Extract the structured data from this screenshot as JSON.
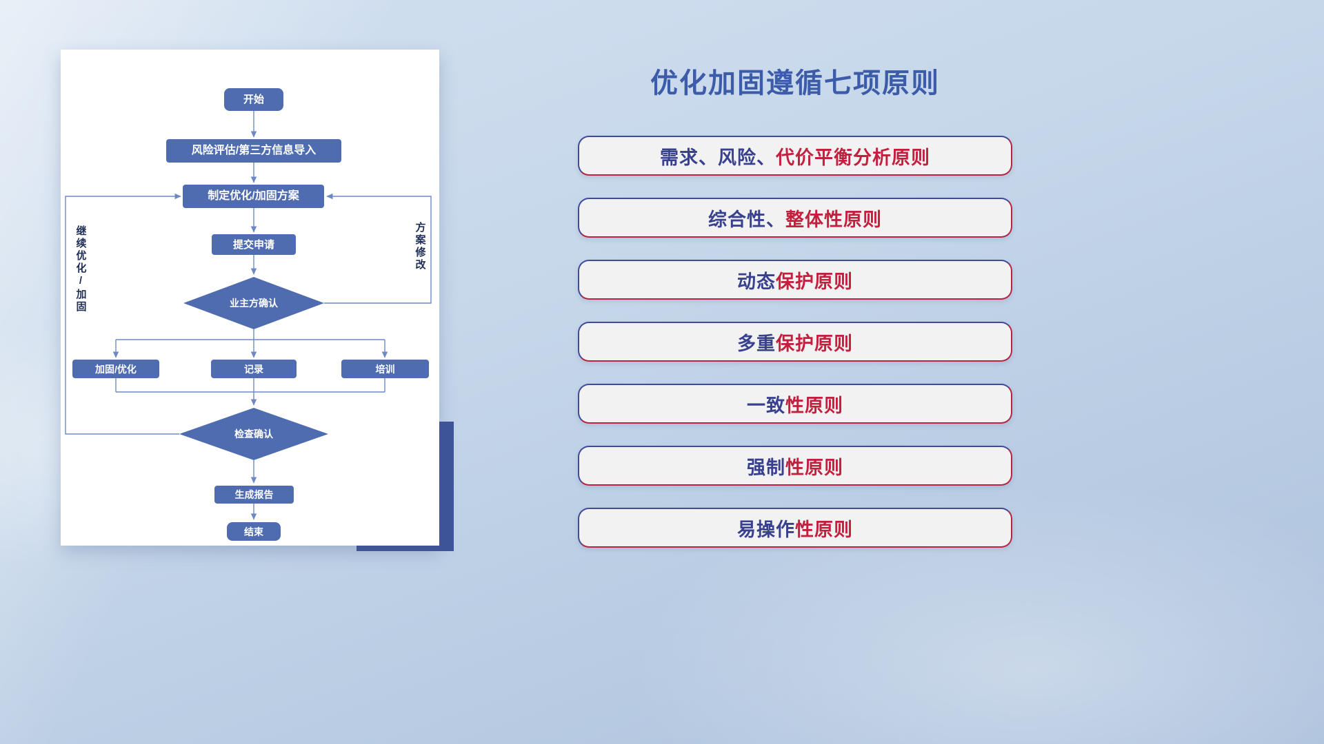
{
  "theme": {
    "title_blue": "#3c5ba9",
    "principle_primary": "#39418f",
    "principle_accent": "#c2203e",
    "pill_bg": "#f2f2f3",
    "pill_border_top": "#3f4a9a",
    "pill_border_bottom": "#b32543",
    "node_fill": "#4f6cb0",
    "node_text": "#ffffff",
    "line_color": "#6d89c4",
    "accent_block": "#3f5499",
    "label_dark": "#1f2d55"
  },
  "flowchart": {
    "nodes": {
      "start": "开始",
      "risk": "风险评估/第三方信息导入",
      "plan": "制定优化/加固方案",
      "submit": "提交申请",
      "owner_confirm": "业主方确认",
      "reinforce": "加固/优化",
      "record": "记录",
      "training": "培训",
      "check_confirm": "检查确认",
      "report": "生成报告",
      "end": "结束"
    },
    "edge_labels": {
      "left_loop": "继续优化/加固",
      "right_loop": "方案修改"
    }
  },
  "principles": {
    "title": "优化加固遵循七项原则",
    "items": [
      {
        "text_primary": "需求、风险、",
        "text_accent": "代价平衡分析原则"
      },
      {
        "text_primary": "综合性、",
        "text_accent": "整体性原则"
      },
      {
        "text_primary": "动态",
        "text_accent": "保护原则"
      },
      {
        "text_primary": "多重",
        "text_accent": "保护原则"
      },
      {
        "text_primary": "一致",
        "text_accent": "性原则"
      },
      {
        "text_primary": "强制",
        "text_accent": "性原则"
      },
      {
        "text_primary": "易操作",
        "text_accent": "性原则"
      }
    ]
  }
}
